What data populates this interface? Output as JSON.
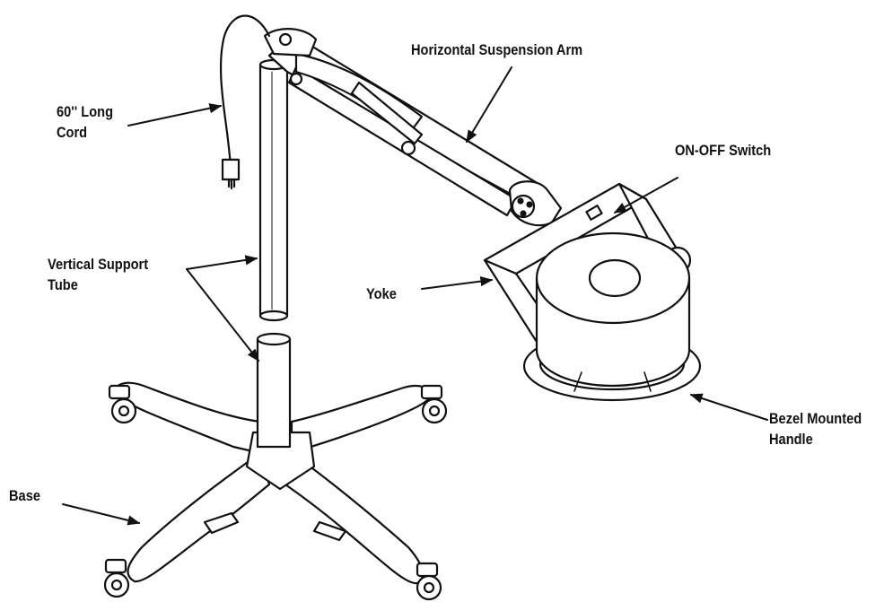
{
  "colors": {
    "ink": "#111111",
    "paper": "#ffffff"
  },
  "labels": {
    "cord": [
      "60'' Long",
      "Cord"
    ],
    "arm": "Horizontal Suspension Arm",
    "switch": "ON-OFF Switch",
    "tube": [
      "Vertical Support",
      "Tube"
    ],
    "yoke": "Yoke",
    "handle": [
      "Bezel Mounted",
      "Handle"
    ],
    "base": "Base"
  }
}
